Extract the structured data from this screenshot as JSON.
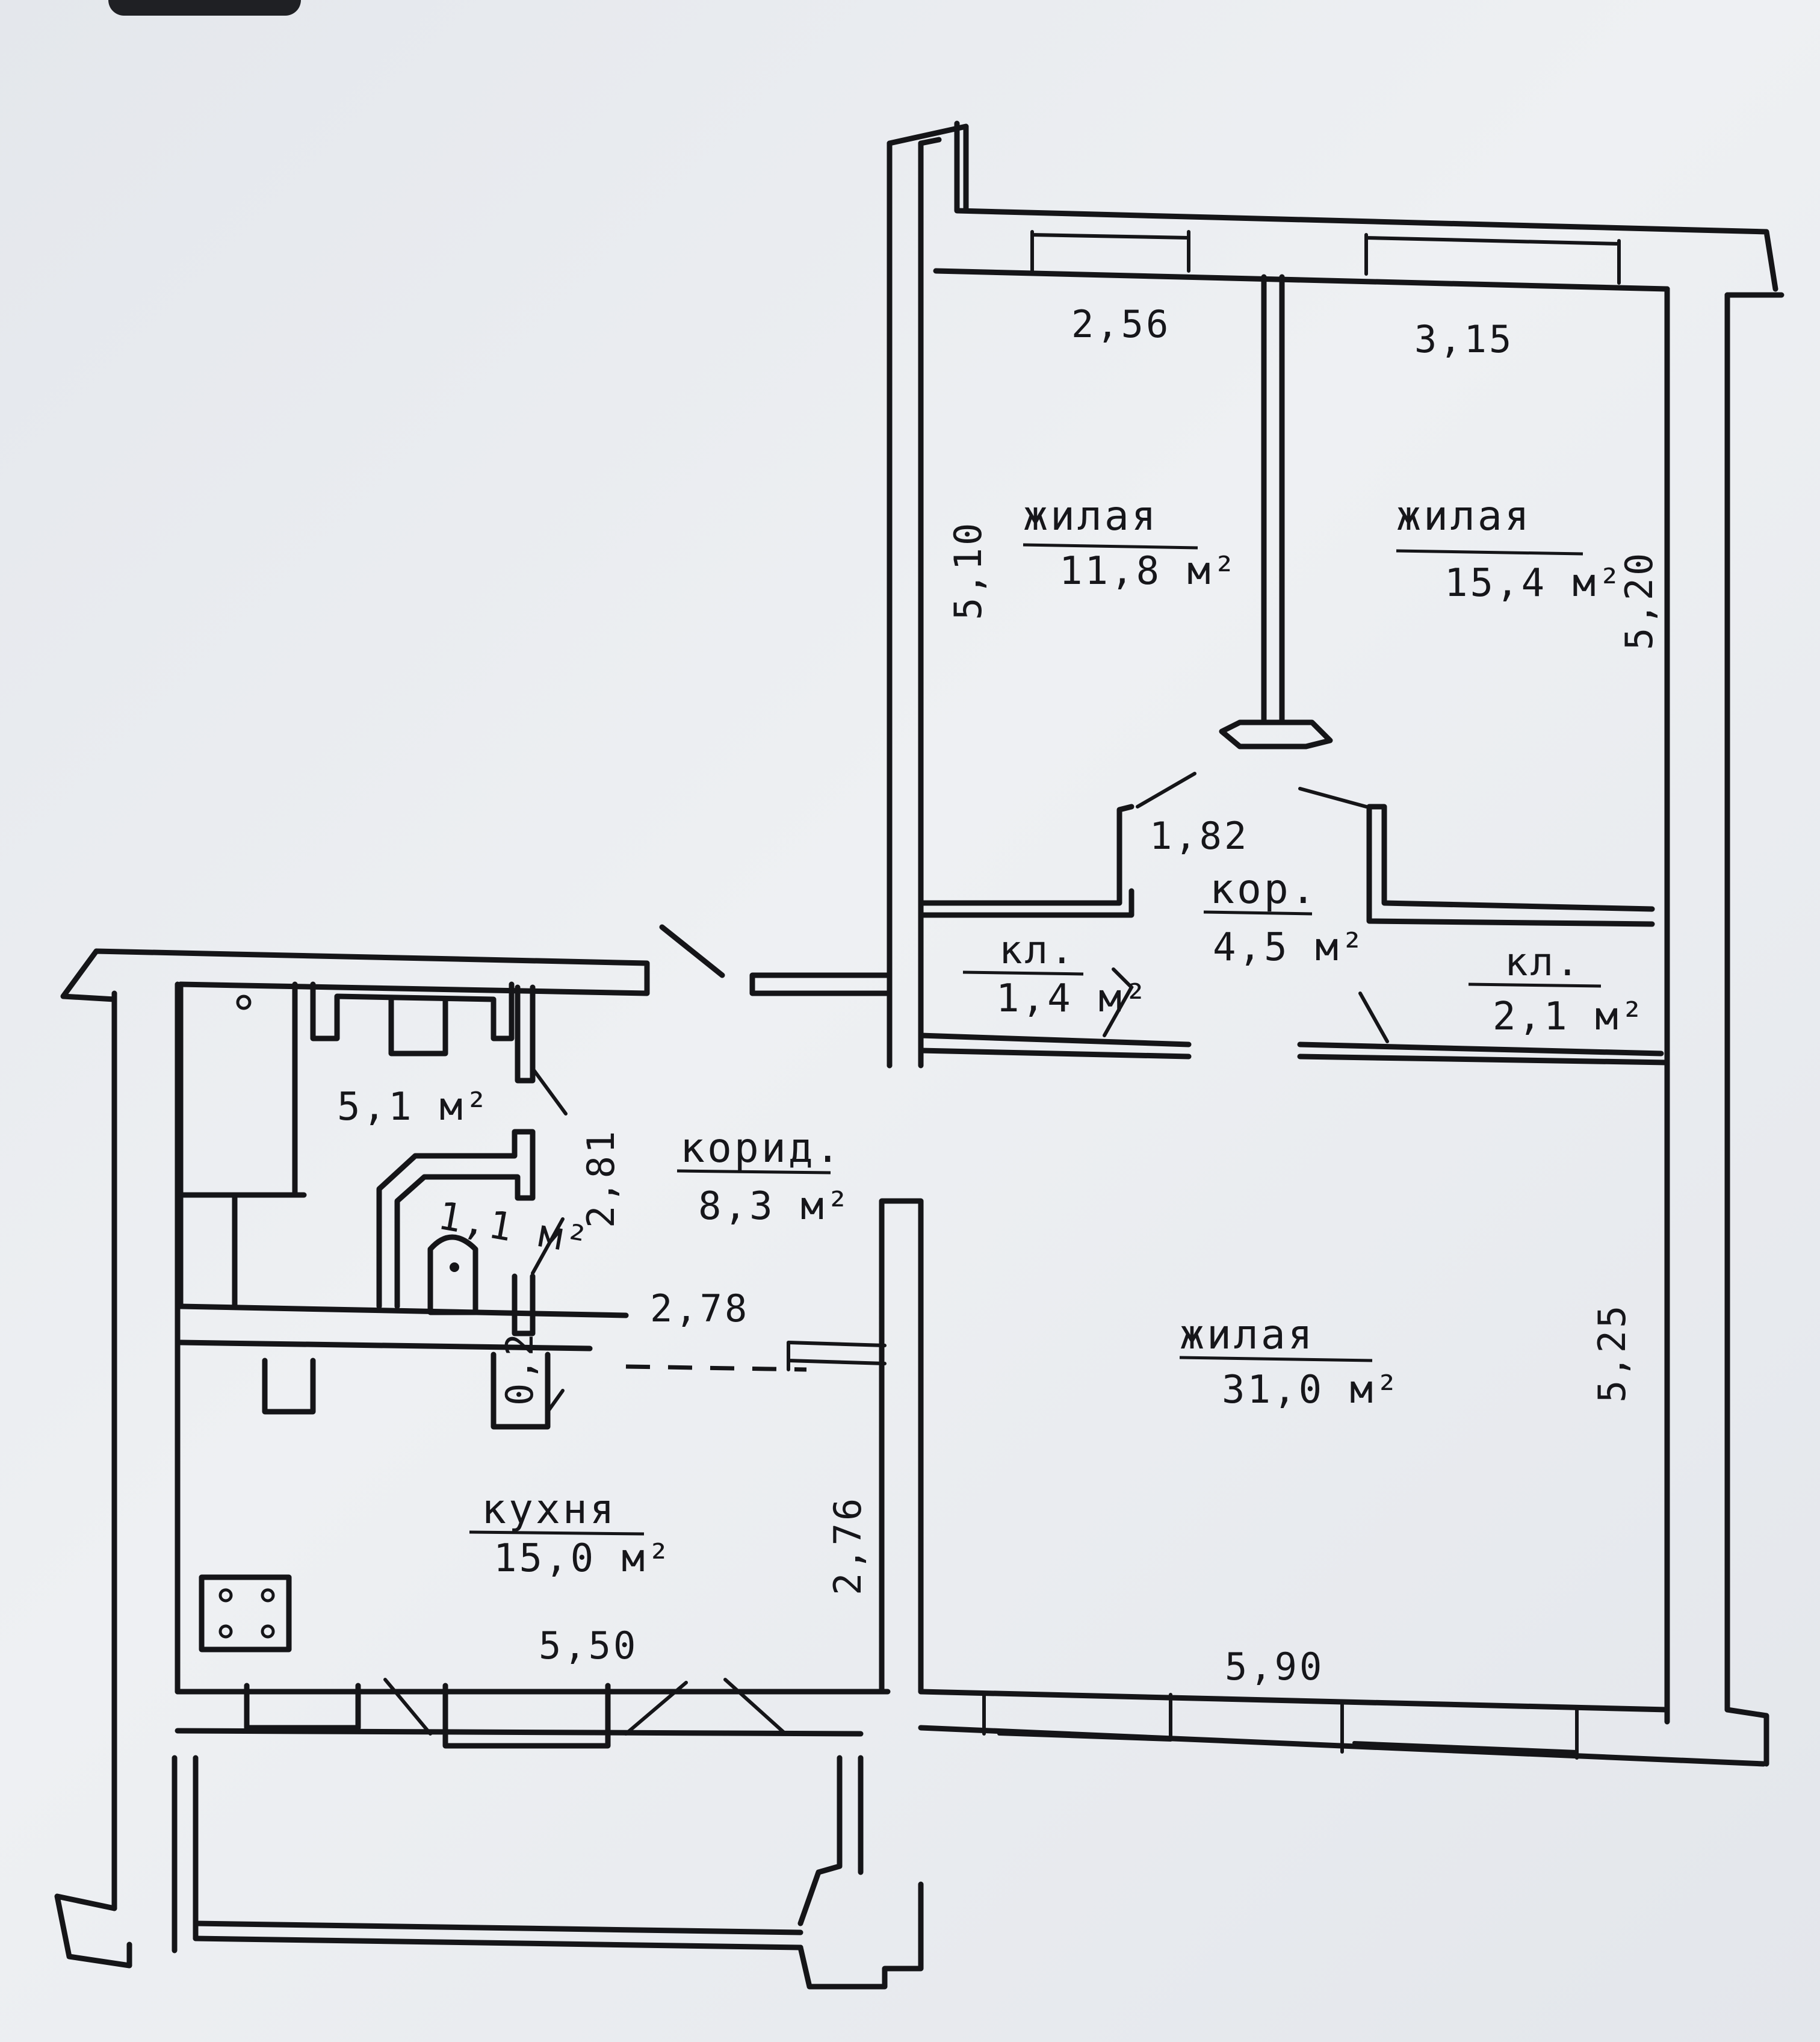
{
  "plan": {
    "rooms": [
      {
        "id": "living-1",
        "name": "жилая",
        "area": "11,8 м²"
      },
      {
        "id": "living-2",
        "name": "жилая",
        "area": "15,4 м²"
      },
      {
        "id": "living-3",
        "name": "жилая",
        "area": "31,0 м²"
      },
      {
        "id": "corridor-small",
        "name": "кор.",
        "area": "4,5 м²"
      },
      {
        "id": "corridor-main",
        "name": "корид.",
        "area": "8,3 м²"
      },
      {
        "id": "closet-left",
        "name": "кл.",
        "area": "1,4 м²"
      },
      {
        "id": "closet-right",
        "name": "кл.",
        "area": "2,1 м²"
      },
      {
        "id": "kitchen",
        "name": "кухня",
        "area": "15,0 м²"
      },
      {
        "id": "bathroom",
        "name": "",
        "area": "5,1 м²"
      },
      {
        "id": "toilet",
        "name": "",
        "area": "1,1 м²"
      }
    ],
    "dimensions": {
      "living1_width": "2,56",
      "living1_depth": "5,10",
      "living2_width": "3,15",
      "living2_depth": "5,20",
      "corridor_small_width": "1,82",
      "corridor_main_depth": "2,81",
      "corridor_main_width": "2,78",
      "niche": "0,2",
      "kitchen_width": "5,50",
      "kitchen_depth": "2,76",
      "living3_width": "5,90",
      "living3_depth": "5,25"
    }
  }
}
